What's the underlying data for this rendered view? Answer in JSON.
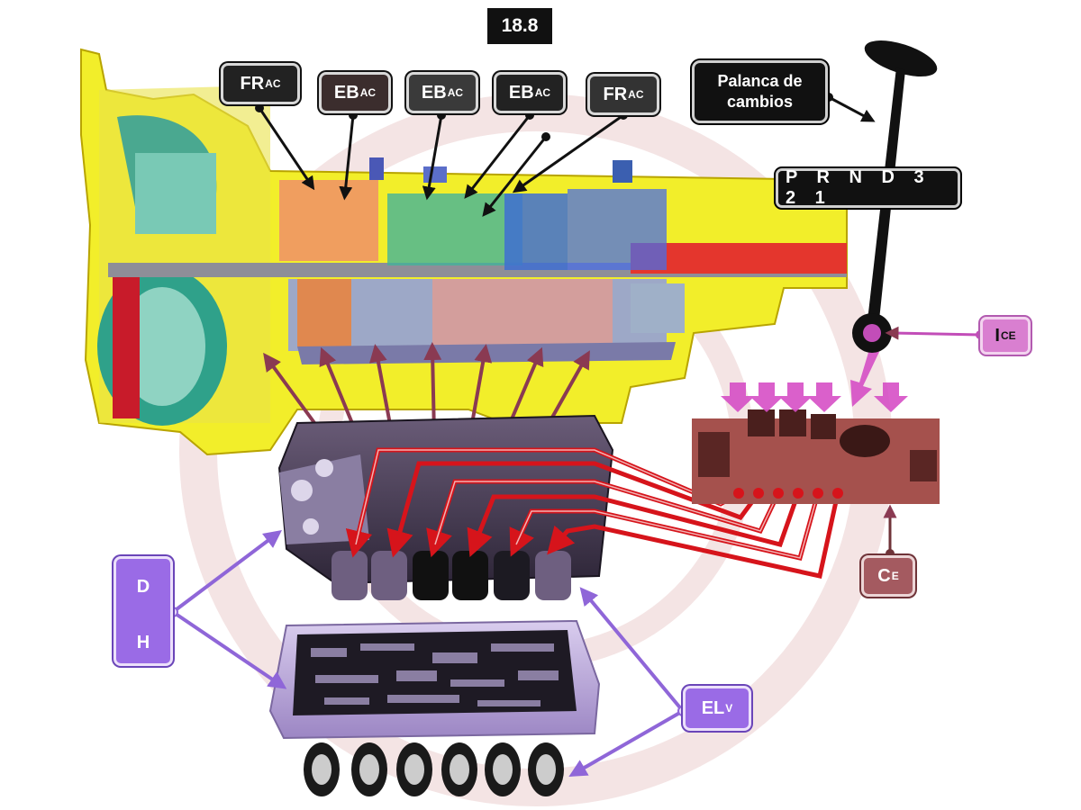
{
  "page_number": "18.8",
  "lever": {
    "label": "Palanca de cambios",
    "gear_sequence": "P R N D 3 2 1"
  },
  "element_labels": [
    {
      "main": "FR",
      "sub": "AC"
    },
    {
      "main": "EB",
      "sub": "AC"
    },
    {
      "main": "EB",
      "sub": "AC"
    },
    {
      "main": "EB",
      "sub": "AC"
    },
    {
      "main": "FR",
      "sub": "AC"
    }
  ],
  "ice_label": {
    "main": "I",
    "sub": "CE"
  },
  "ce_label": {
    "main": "C",
    "sub": "E"
  },
  "elv_label": {
    "main": "EL",
    "sub": "V"
  },
  "dh_label": {
    "top": "D",
    "bottom": "H"
  },
  "colors": {
    "housing": "#f2ee2a",
    "red_signal": "#d6141b",
    "pink_signal": "#d64fc6",
    "violet": "#9a6be6",
    "dark_label": "#222222",
    "ecu": "#8c3c38"
  }
}
